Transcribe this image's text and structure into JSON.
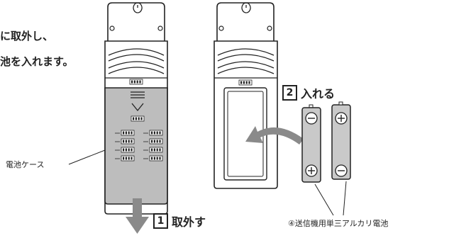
{
  "intro": {
    "line1": "に取外し、",
    "line2": "池を入れます。"
  },
  "labels": {
    "battery_case": "電池ケース",
    "batteries": "④送信機用単三アルカリ電池"
  },
  "steps": {
    "remove": {
      "number": "1",
      "label": "取外す"
    },
    "insert": {
      "number": "2",
      "label": "入れる"
    }
  },
  "colors": {
    "line": "#222222",
    "cover": "#bdbdbd",
    "battery": "#c9c9c9",
    "arrow": "#8a8a8a"
  }
}
